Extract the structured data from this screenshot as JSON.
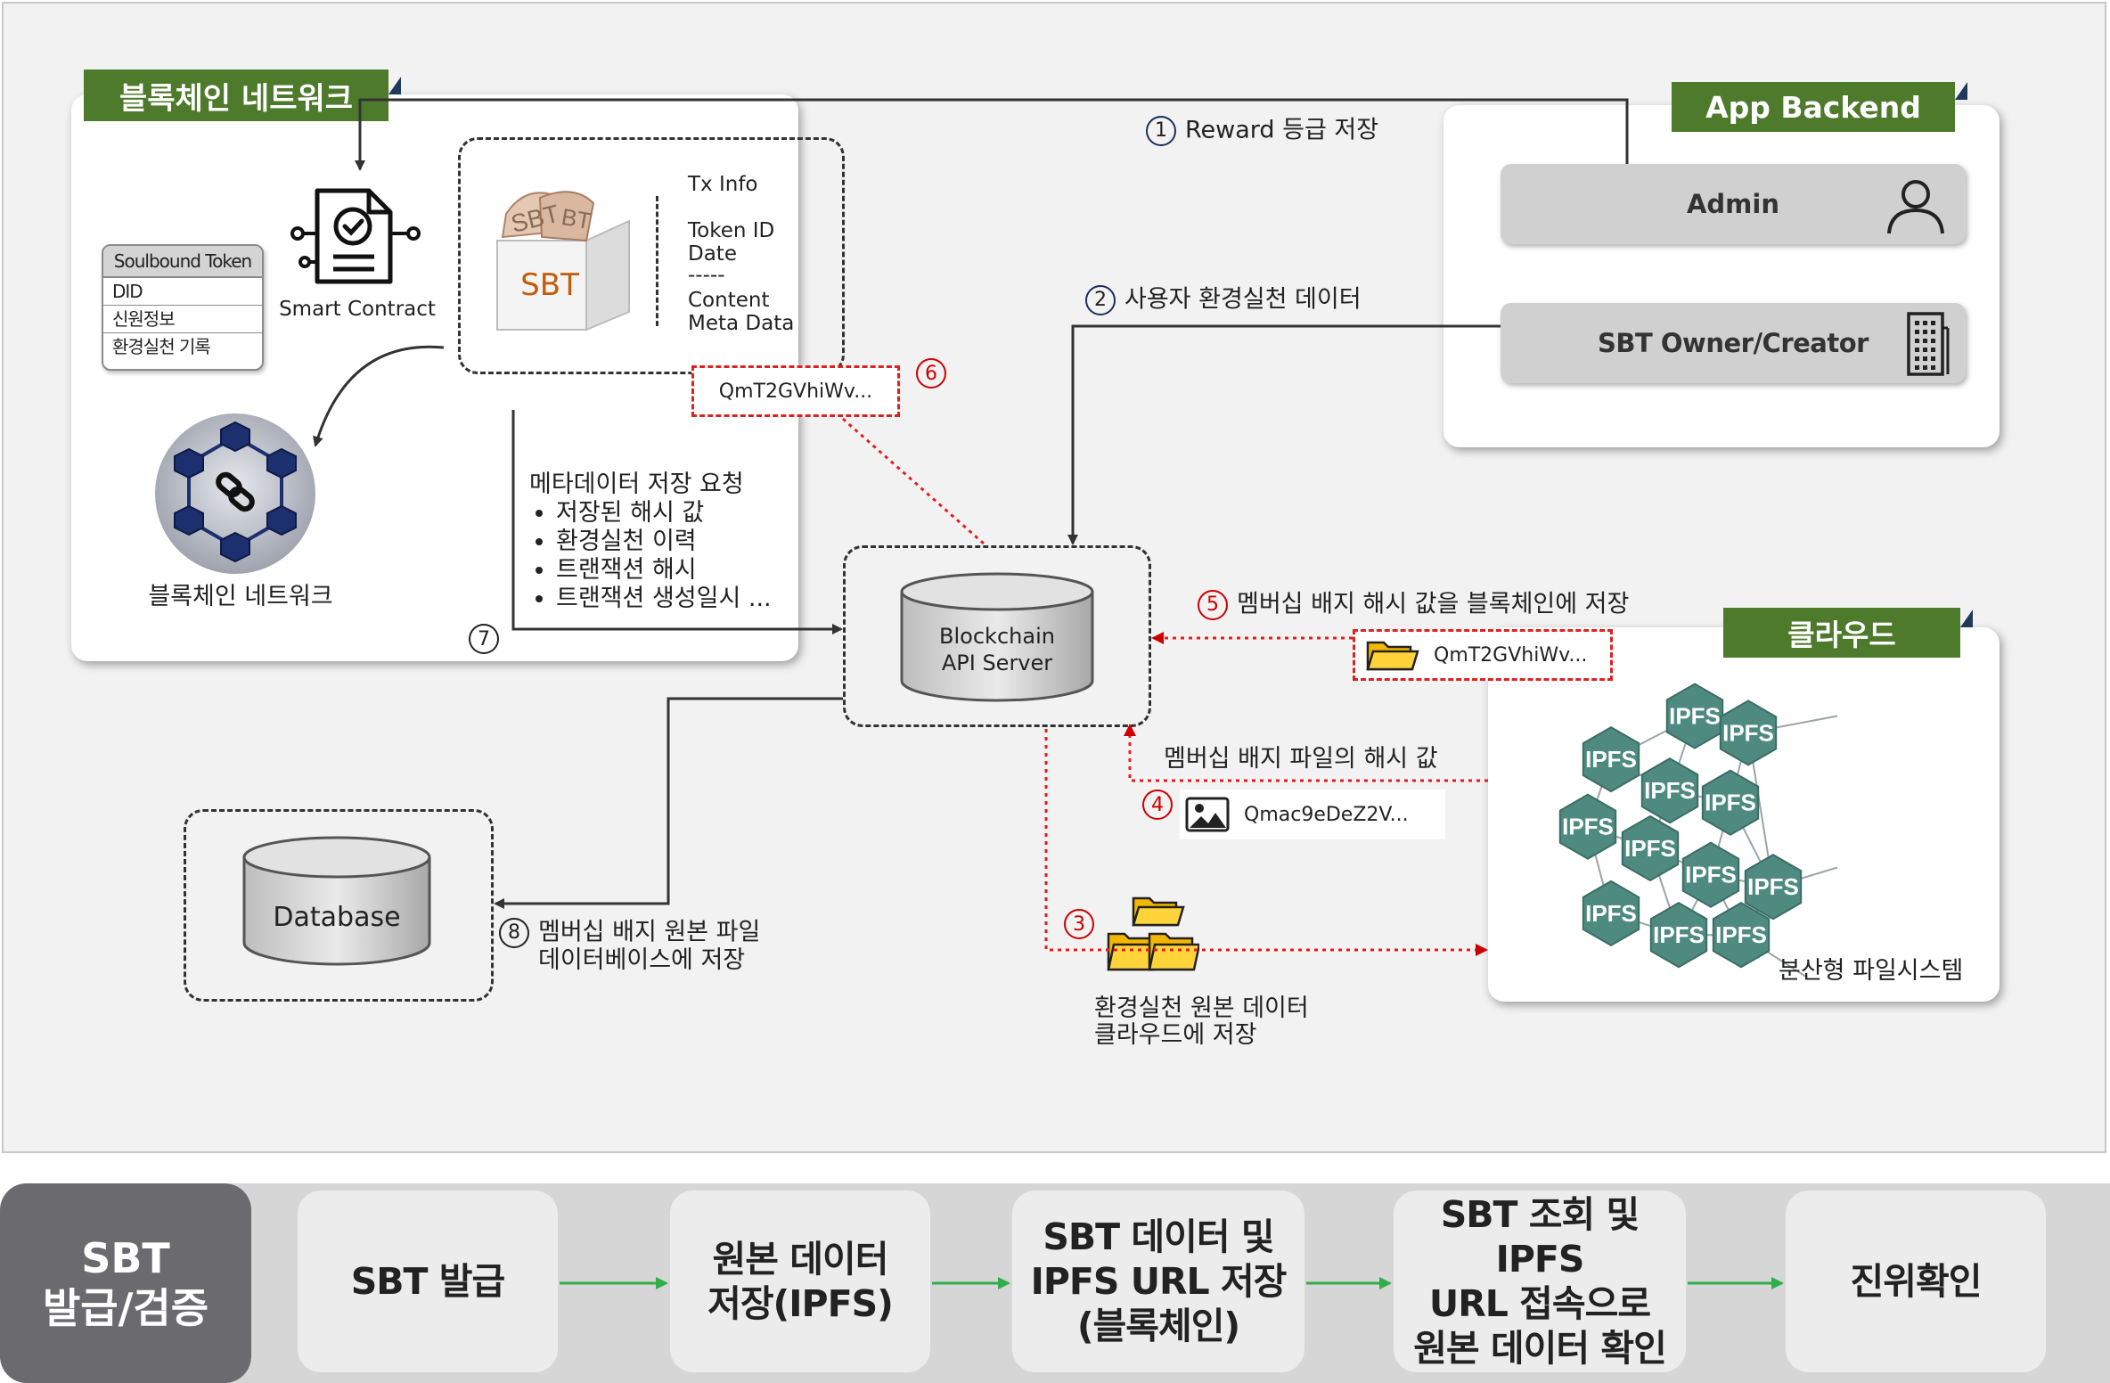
{
  "blockchain_panel": {
    "tag": "블록체인 네트워크",
    "sbt_card": {
      "header": "Soulbound Token",
      "rows": [
        "DID",
        "신원정보",
        "환경실천 기록"
      ]
    },
    "smart_contract_label": "Smart Contract",
    "network_label": "블록체인 네트워크"
  },
  "sbt_box": {
    "sbt_label": "SBT",
    "tx_info": "Tx Info",
    "token_id": "Token ID",
    "date": "Date",
    "separator": "-----",
    "content": "Content",
    "meta_data": "Meta Data"
  },
  "hash_6": {
    "num": "6",
    "value": "QmT2GVhiWv..."
  },
  "app_backend": {
    "tag": "App Backend",
    "admin_label": "Admin",
    "owner_label": "SBT Owner/Creator"
  },
  "step1": {
    "num": "1",
    "label": "Reward 등급 저장"
  },
  "step2": {
    "num": "2",
    "label": "사용자 환경실천 데이터"
  },
  "meta_request": {
    "title": "메타데이터 저장 요청",
    "items": [
      "저장된 해시 값",
      "환경실천 이력",
      "트랜잭션 해시",
      "트랜잭션 생성일시 ..."
    ]
  },
  "step7": {
    "num": "7"
  },
  "api_server": {
    "line1": "Blockchain",
    "line2": "API Server"
  },
  "step5": {
    "num": "5",
    "label": "멤버십 배지 해시 값을 블록체인에 저장",
    "hash": "QmT2GVhiWv..."
  },
  "cloud": {
    "tag": "클라우드",
    "node_label": "IPFS",
    "caption": "분산형 파일시스템"
  },
  "step4": {
    "num": "4",
    "label": "멤버십 배지 파일의 해시 값",
    "hash": "Qmac9eDeZ2V..."
  },
  "step3": {
    "num": "3",
    "label_line1": "환경실천 원본 데이터",
    "label_line2": "클라우드에 저장"
  },
  "database": {
    "label": "Database"
  },
  "step8": {
    "num": "8",
    "label_line1": "멤버십 배지 원본 파일",
    "label_line2": "데이터베이스에 저장"
  },
  "flow": {
    "head_line1": "SBT",
    "head_line2": "발급/검증",
    "steps": [
      {
        "lines": [
          "SBT 발급"
        ]
      },
      {
        "lines": [
          "원본 데이터",
          "저장(IPFS)"
        ]
      },
      {
        "lines": [
          "SBT 데이터 및",
          "IPFS URL 저장",
          "(블록체인)"
        ]
      },
      {
        "lines": [
          "SBT 조회 및 IPFS",
          "URL 접속으로",
          "원본 데이터 확인"
        ]
      },
      {
        "lines": [
          "진위확인"
        ]
      }
    ]
  },
  "colors": {
    "tag_green": "#4e7a2c",
    "hex_teal": "#4f8a80",
    "api_link_red": "#e02020",
    "flow_arrow": "#2fae4a",
    "flow_head": "#6b6b6f"
  }
}
